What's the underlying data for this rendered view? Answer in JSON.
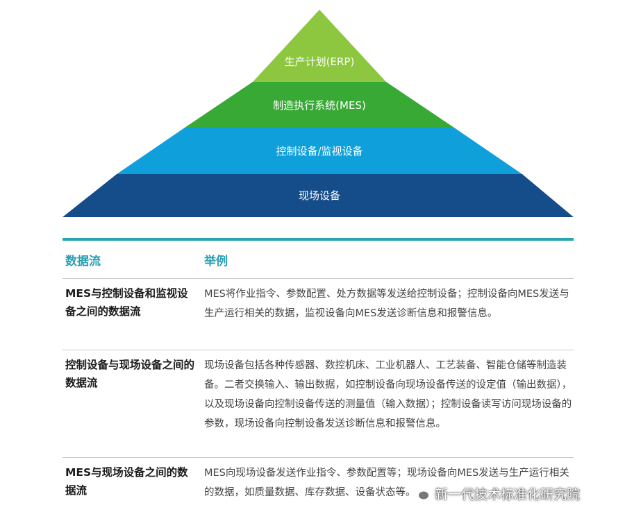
{
  "pyramid": {
    "levels": [
      {
        "label": "生产计划(ERP)",
        "color": "#8dc63f"
      },
      {
        "label": "制造执行系统(MES)",
        "color": "#39a935"
      },
      {
        "label": "控制设备/监视设备",
        "color": "#0fa0dc"
      },
      {
        "label": "现场设备",
        "color": "#154d8a"
      }
    ]
  },
  "table": {
    "header": {
      "col1": "数据流",
      "col2": "举例"
    },
    "rows": [
      {
        "flow": "MES与控制设备和监视设备之间的数据流",
        "example": "MES将作业指令、参数配置、处方数据等发送给控制设备；控制设备向MES发送与生产运行相关的数据，监视设备向MES发送诊断信息和报警信息。"
      },
      {
        "flow": "控制设备与现场设备之间的数据流",
        "example": "现场设备包括各种传感器、数控机床、工业机器人、工艺装备、智能仓储等制造装备。二者交换输入、输出数据，如控制设备向现场设备传送的设定值（输出数据），以及现场设备向控制设备传送的测量值（输入数据）；控制设备读写访问现场设备的参数，现场设备向控制设备发送诊断信息和报警信息。"
      },
      {
        "flow": "MES与现场设备之间的数据流",
        "example": "MES向现场设备发送作业指令、参数配置等；现场设备向MES发送与生产运行相关的数据，如质量数据、库存数据、设备状态等。"
      }
    ]
  },
  "watermark": {
    "text": "新一代技术标准化研究院",
    "icon": "wechat-icon"
  },
  "colors": {
    "accent": "#2aa6b2"
  }
}
